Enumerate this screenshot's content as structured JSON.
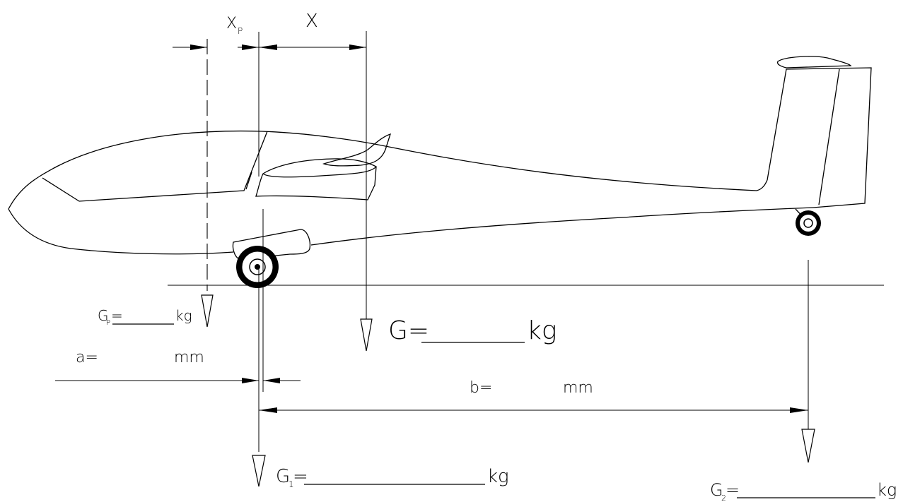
{
  "dimensions": {
    "xp_label": "X",
    "xp_subscript": "P",
    "x_label": "X",
    "a_label": "a=",
    "a_unit": "mm",
    "b_label": "b=",
    "b_unit": "mm"
  },
  "forces": {
    "gp_label": "G",
    "gp_subscript": "P",
    "gp_eq": "=",
    "gp_unit": "kg",
    "g_label": "G=",
    "g_unit": "kg",
    "g1_label": "G",
    "g1_subscript": "1",
    "g1_eq": "=",
    "g1_unit": "kg",
    "g2_label": "G",
    "g2_subscript": "2",
    "g2_eq": "=",
    "g2_unit": "kg"
  }
}
